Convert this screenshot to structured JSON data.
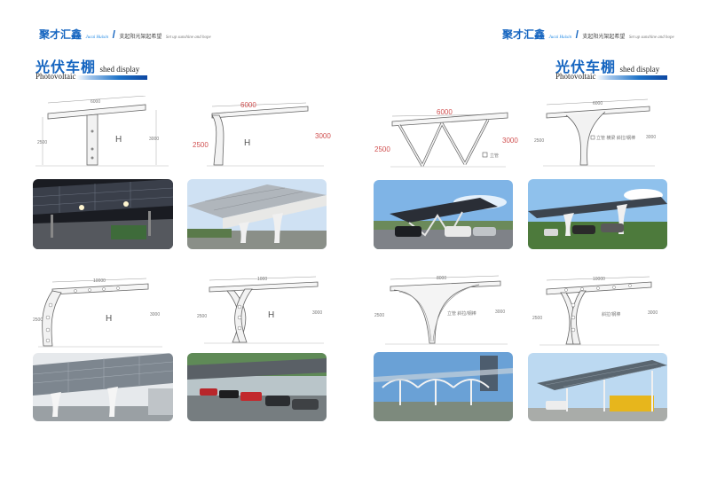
{
  "left_header": {
    "brand_cn": "聚才汇鑫",
    "brand_en": "Jucai Huixin",
    "slash": "/",
    "tagline_cn": "支起阳光架起希望",
    "tagline_en": "Set up sunshine and hope"
  },
  "right_header": {
    "brand_cn": "聚才汇鑫",
    "brand_en": "Jucai Huixin",
    "slash": "/",
    "tagline_cn": "支起阳光架起希望",
    "tagline_en": "Set up sunshine and hope"
  },
  "left_title": {
    "cn": "光伏车棚",
    "sub": "shed display",
    "en": "Photovoltaic"
  },
  "right_title": {
    "cn": "光伏车棚",
    "sub": "shed display",
    "en": "Photovoltaic"
  },
  "drawings": {
    "d1": {
      "width": "6000",
      "left_h": "2500",
      "right_h": "3000"
    },
    "d2": {
      "width": "6000",
      "left_h": "2500",
      "right_h": "3000"
    },
    "d3": {
      "width": "6000",
      "left_h": "2500",
      "right_h": "3000",
      "legend": "立管"
    },
    "d4": {
      "width": "6000",
      "left_h": "2500",
      "right_h": "3000",
      "legend": "立管 横梁 斜拉/钢棒"
    },
    "d5": {
      "width": "10000",
      "left_h": "2500",
      "right_h": "3000"
    },
    "d6": {
      "width": "1000",
      "left_h": "2500",
      "right_h": "3000"
    },
    "d7": {
      "width": "8000",
      "left_h": "2500",
      "right_h": "3000",
      "legend": "立管 斜拉/钢棒"
    },
    "d8": {
      "width": "10000",
      "left_h": "2500",
      "right_h": "3000",
      "legend": "斜拉/钢棒"
    }
  }
}
